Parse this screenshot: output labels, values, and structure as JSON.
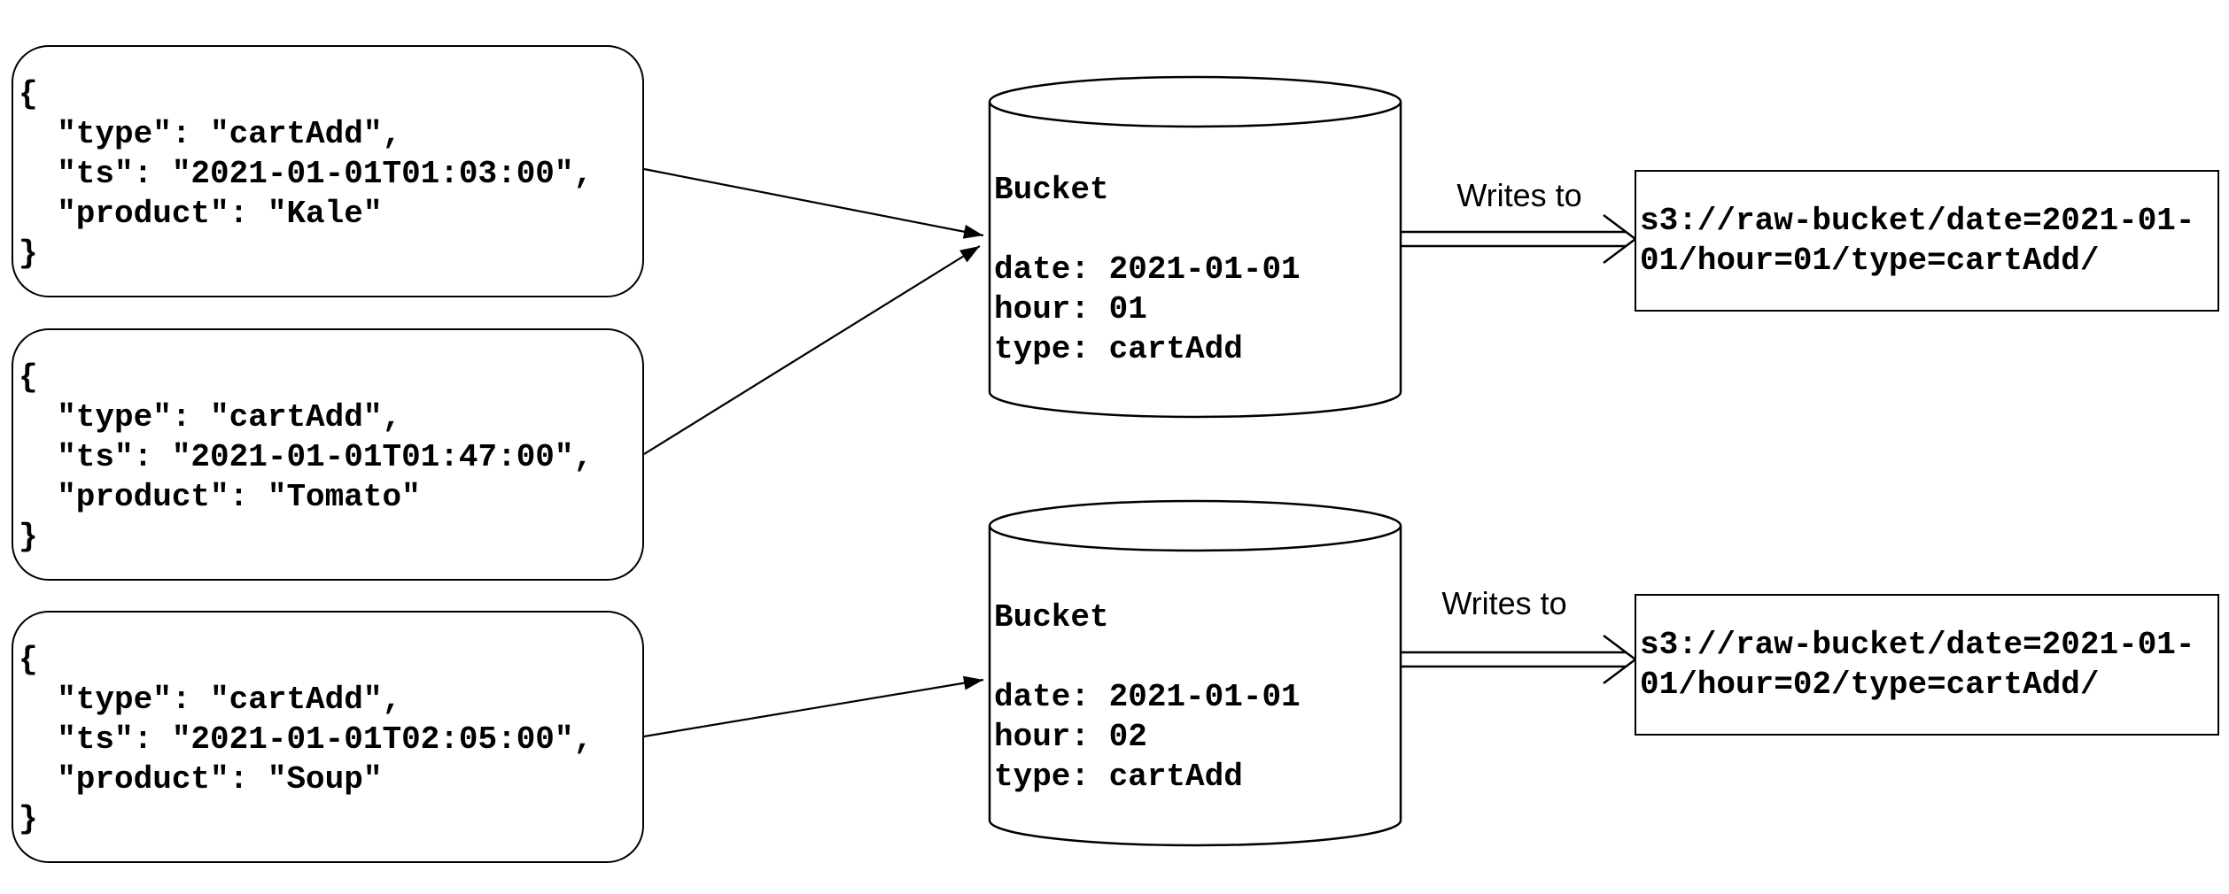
{
  "canvas": {
    "background_color": "#ffffff",
    "stroke_color": "#000000"
  },
  "events": [
    {
      "json": "{\n  \"type\": \"cartAdd\",\n  \"ts\": \"2021-01-01T01:03:00\",\n  \"product\": \"Kale\"\n}"
    },
    {
      "json": "{\n  \"type\": \"cartAdd\",\n  \"ts\": \"2021-01-01T01:47:00\",\n  \"product\": \"Tomato\"\n}"
    },
    {
      "json": "{\n  \"type\": \"cartAdd\",\n  \"ts\": \"2021-01-01T02:05:00\",\n  \"product\": \"Soup\"\n}"
    }
  ],
  "flows": [
    {
      "bucket_label": "Bucket\n\ndate: 2021-01-01\nhour: 01\ntype: cartAdd",
      "writes_to_label": "Writes to",
      "s3_path": "s3://raw-bucket/date=2021-01-01/hour=01/type=cartAdd/"
    },
    {
      "bucket_label": "Bucket\n\ndate: 2021-01-01\nhour: 02\ntype: cartAdd",
      "writes_to_label": "Writes to",
      "s3_path": "s3://raw-bucket/date=2021-01-01/hour=02/type=cartAdd/"
    }
  ]
}
